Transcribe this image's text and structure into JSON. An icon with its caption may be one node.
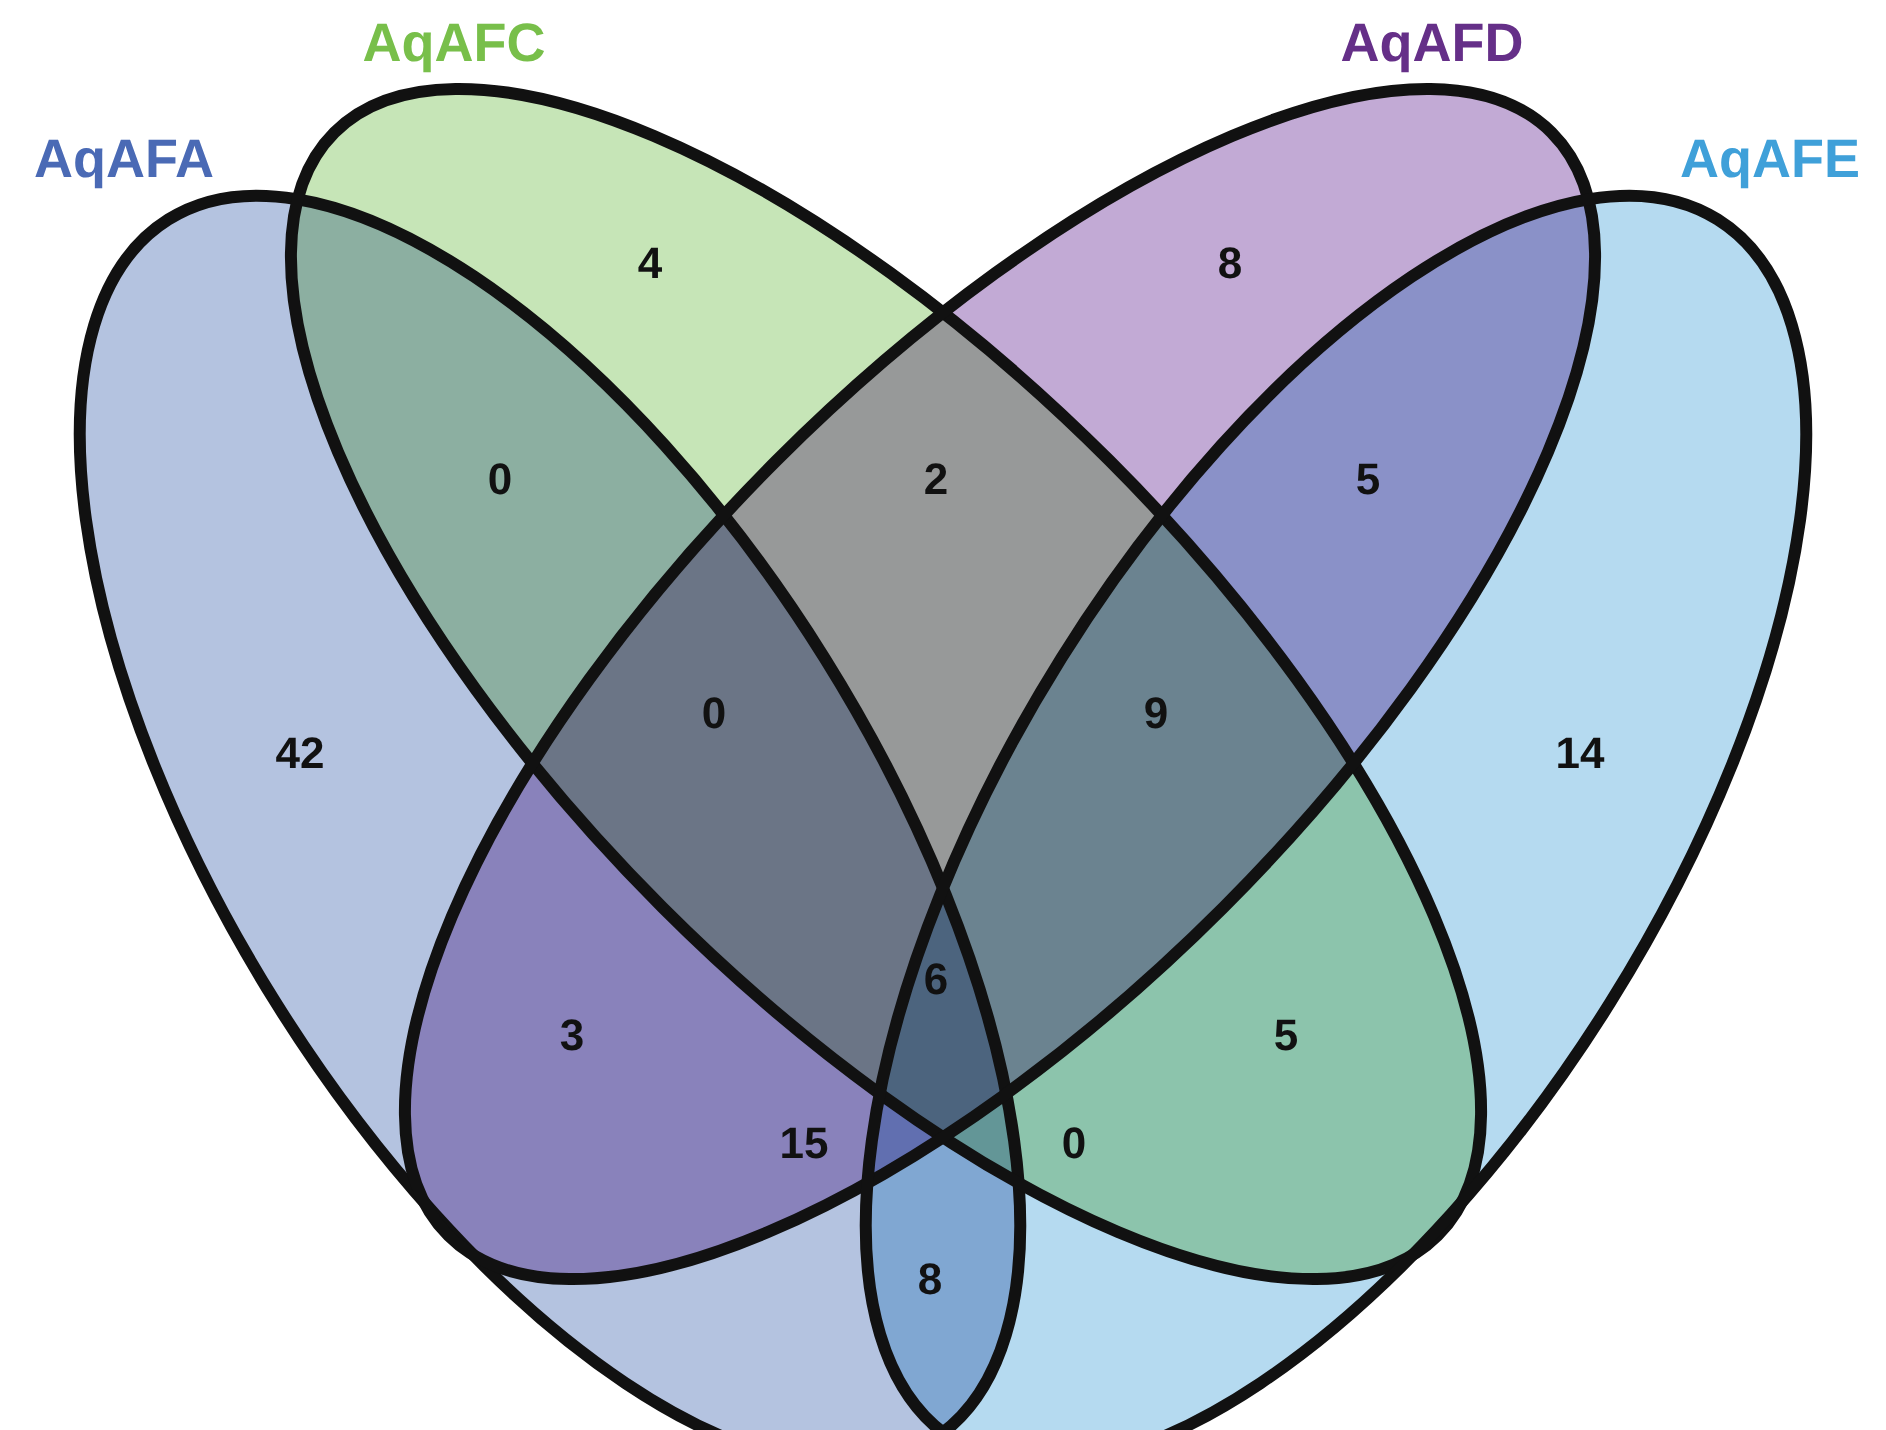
{
  "diagram": {
    "nodes": [
      {
        "text": [
          "AqAFA"
        ]
      },
      {
        "text": [
          "AqAFC"
        ]
      },
      {
        "text": [
          "AqAFD"
        ]
      },
      {
        "text": [
          "AqAFE"
        ]
      }
    ],
    "labels": [
      "4",
      "8",
      "0",
      "2",
      "5",
      "42",
      "0",
      "9",
      "14",
      "6",
      "3",
      "5",
      "15",
      "0",
      "8"
    ]
  }
}
